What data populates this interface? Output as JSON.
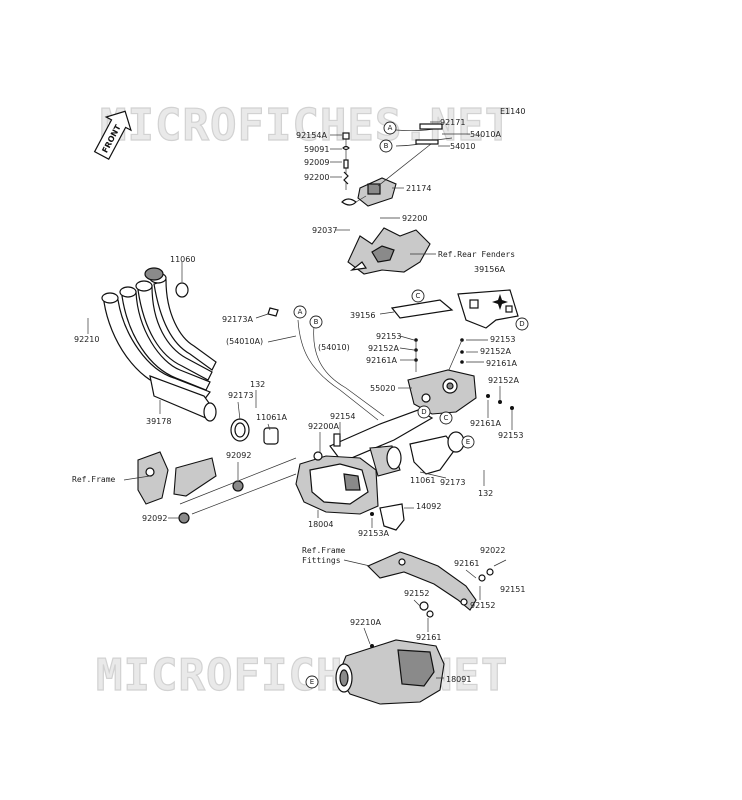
{
  "watermark": {
    "text": "MICROFICHES.NET"
  },
  "figure_code": "E1140",
  "front_label": "FRONT",
  "references": {
    "rear_fenders": "Ref.Rear Fenders",
    "frame_left": "Ref.Frame",
    "frame_fittings_line1": "Ref.Frame",
    "frame_fittings_line2": "Fittings"
  },
  "callouts": [
    "A",
    "B",
    "C",
    "D",
    "E"
  ],
  "part_labels": {
    "p92171": "92171",
    "p54010A_top": "54010A",
    "p54010_top": "54010",
    "p92154A": "92154A",
    "p59091": "59091",
    "p92009": "92009",
    "p92200_top": "92200",
    "p21174": "21174",
    "p92200_mid": "92200",
    "p92037": "92037",
    "p11060": "11060",
    "p92210": "92210",
    "p39178": "39178",
    "p92173A": "92173A",
    "p54010A_paren": "(54010A)",
    "p54010_paren": "(54010)",
    "p39156A": "39156A",
    "p39156": "39156",
    "p92153_a": "92153",
    "p92152A_a": "92152A",
    "p92161A_a": "92161A",
    "p92153_b": "92153",
    "p92152A_b": "92152A",
    "p92161A_b": "92161A",
    "p55020": "55020",
    "p92152A_c": "92152A",
    "p92161A_c": "92161A",
    "p92153_c": "92153",
    "p132_top": "132",
    "p92173_left": "92173",
    "p11061A": "11061A",
    "p92154": "92154",
    "p92200A": "92200A",
    "p92092_mid": "92092",
    "p92092_low": "92092",
    "p11061": "11061",
    "p92173_right": "92173",
    "p132_right": "132",
    "p18004": "18004",
    "p14092": "14092",
    "p92153A": "92153A",
    "p92022": "92022",
    "p92161_right": "92161",
    "p92151": "92151",
    "p92152_right": "92152",
    "p92152_left": "92152",
    "p92161_low": "92161",
    "p92210A": "92210A",
    "p18091": "18091"
  }
}
